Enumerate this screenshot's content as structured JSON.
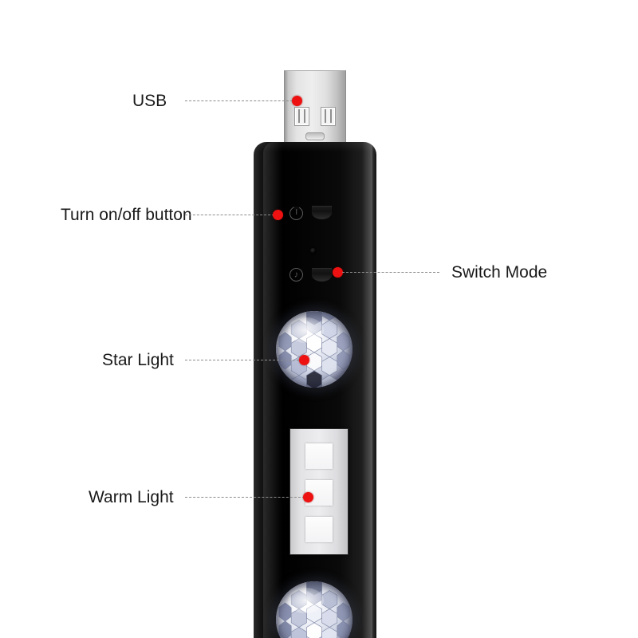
{
  "scene": {
    "title": "USB Star Night Light Product Callout Diagram",
    "background_color": "#ffffff",
    "dot_color": "#ee1111",
    "line_color": "#8c8c8c",
    "text_color": "#1a1a1a"
  },
  "callouts": [
    {
      "id": "usb",
      "label": "USB"
    },
    {
      "id": "power",
      "label": "Turn on/off button"
    },
    {
      "id": "mode",
      "label": "Switch Mode"
    },
    {
      "id": "star",
      "label": "Star Light"
    },
    {
      "id": "warm",
      "label": "Warm Light"
    }
  ],
  "device": {
    "name": "USB Star Projector Light",
    "body_color": "#050505",
    "usb": {
      "name": "usb-type-a-connector",
      "metal_color": "#e4e4e4",
      "contact_slots": 2
    },
    "controls": {
      "power_icon": "power-icon",
      "mode_icon": "music-note-icon",
      "mic_icon": "microphone-hole-icon",
      "button_shape": "crescent"
    },
    "star_lights": [
      {
        "name": "star-light-dome-upper",
        "style": "faceted-crystal"
      },
      {
        "name": "star-light-dome-lower",
        "style": "faceted-crystal"
      }
    ],
    "warm_light": {
      "name": "warm-light-led-panel",
      "panel_color": "#ededef",
      "led_count": 3
    }
  }
}
